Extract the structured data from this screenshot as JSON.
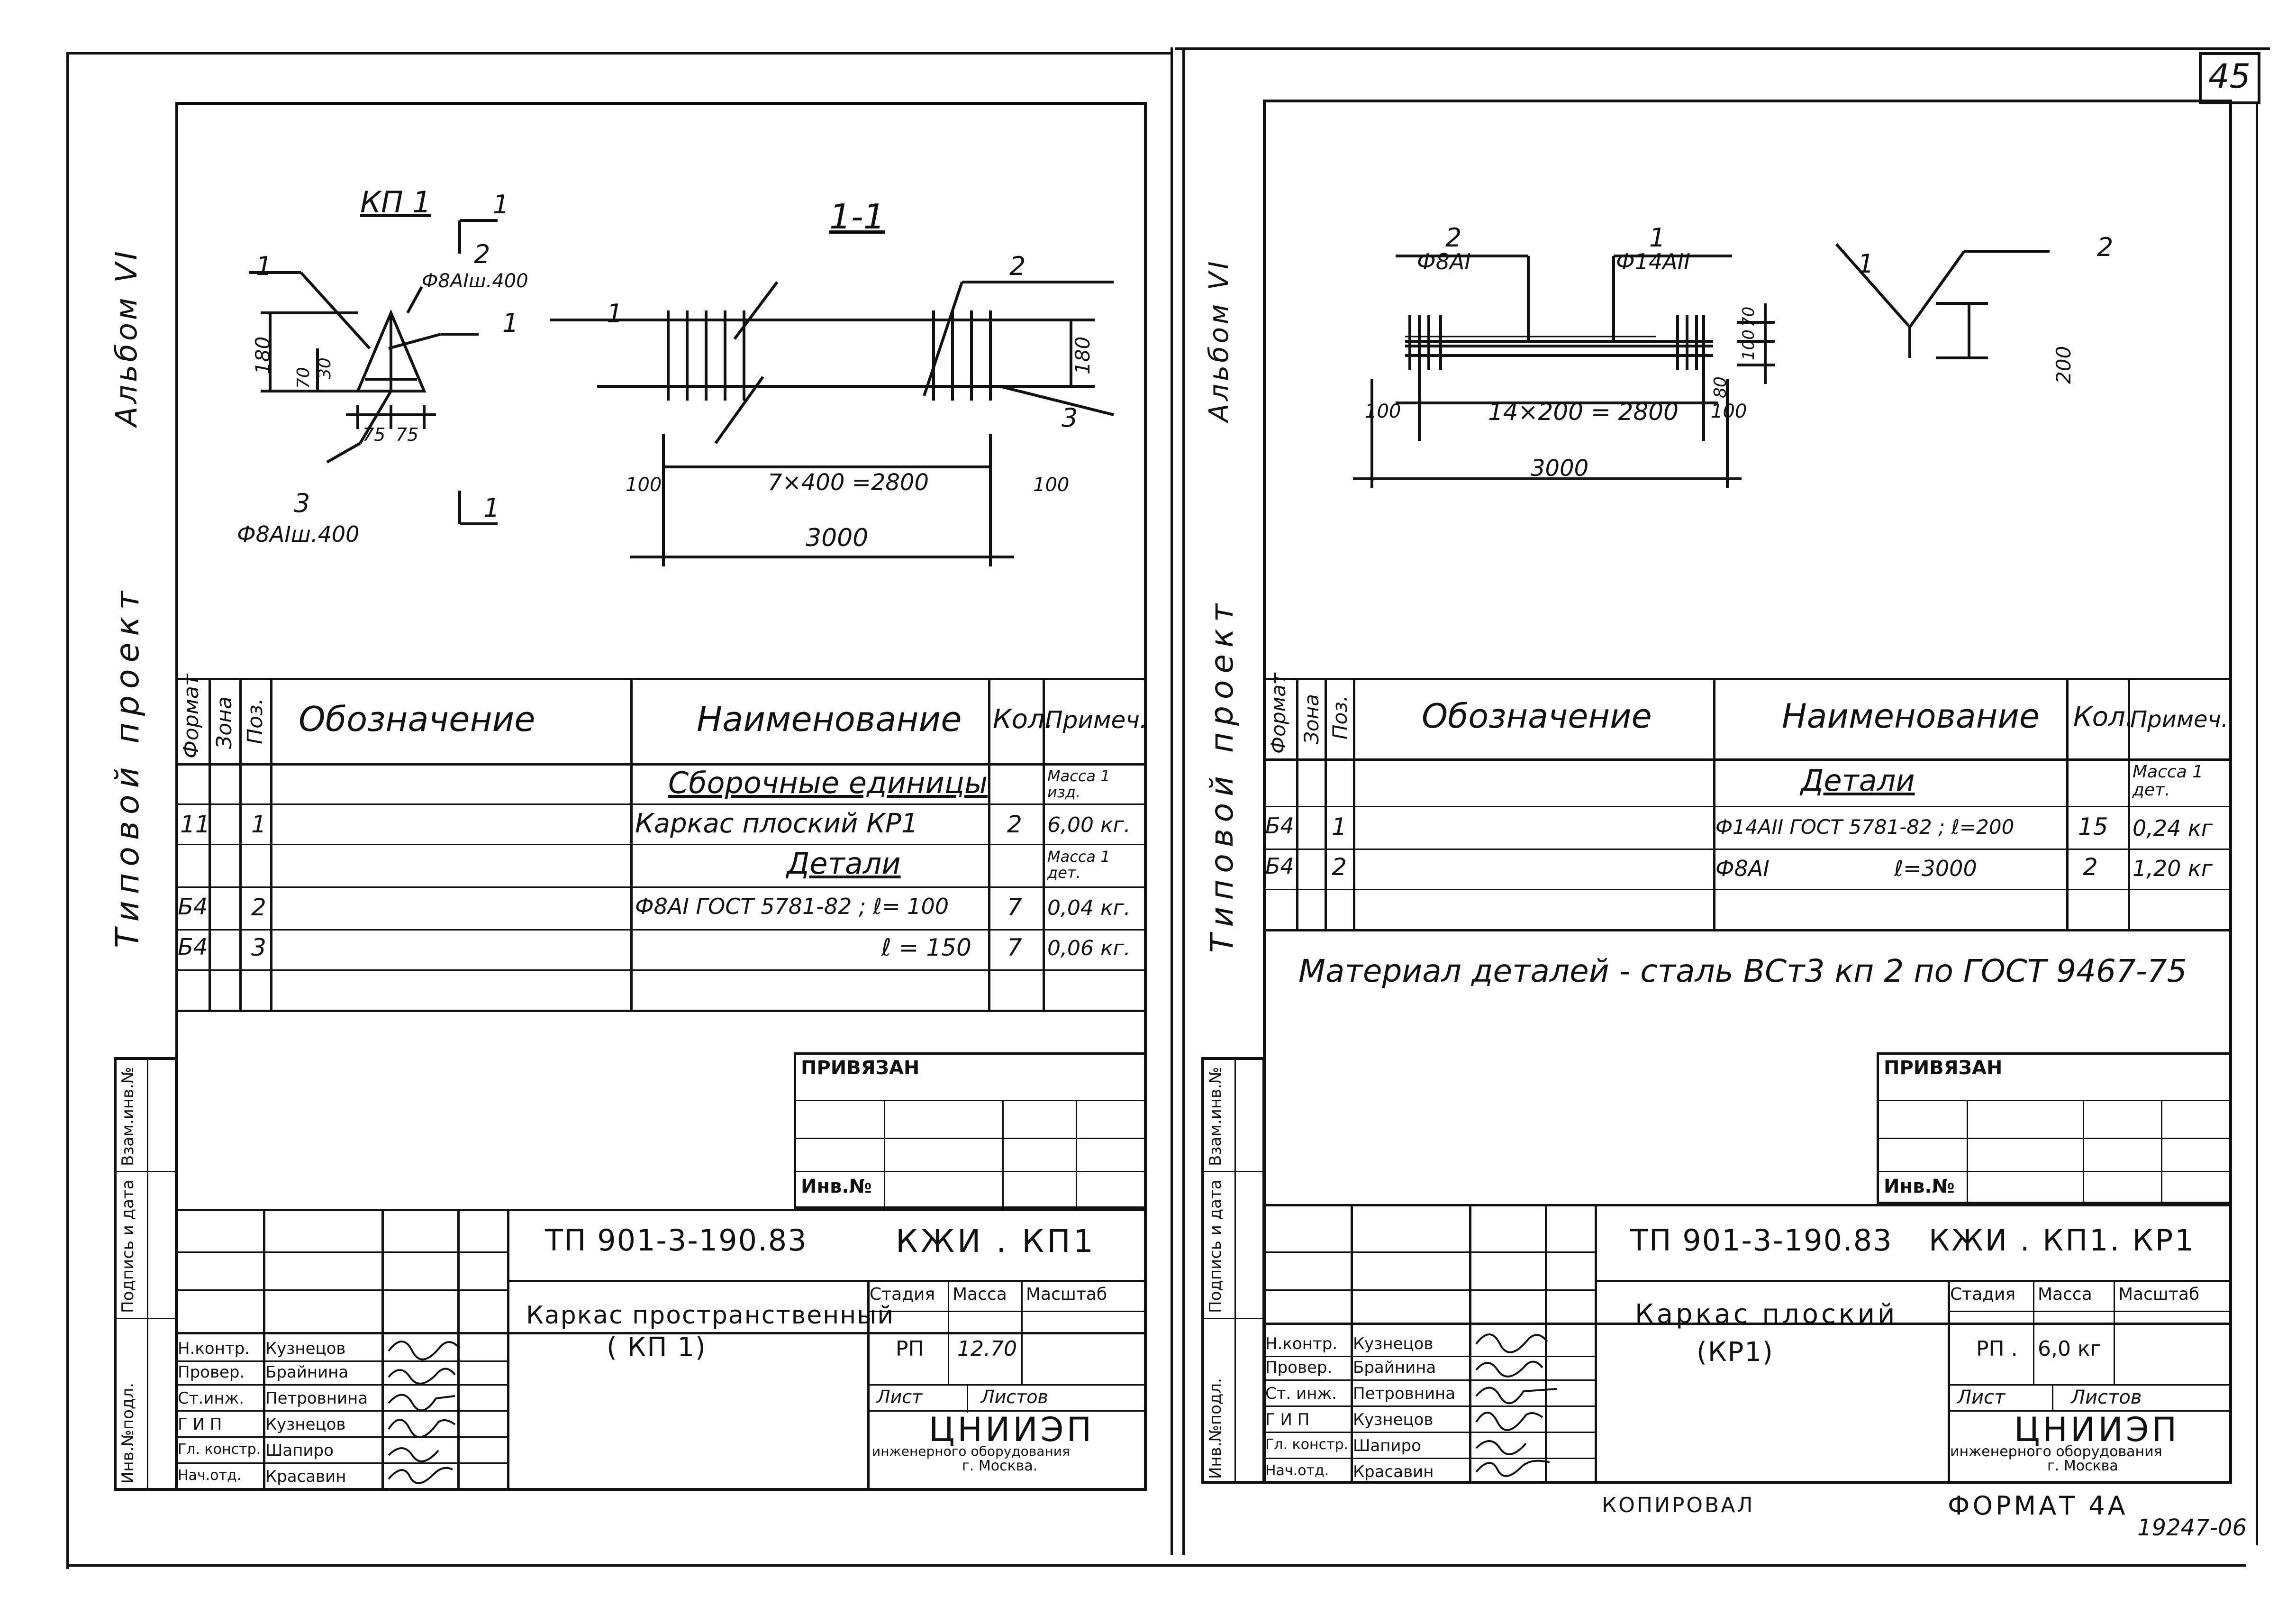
{
  "page_number": "45",
  "corner_code": "19247-06",
  "footer": {
    "copied_label": "КОПИРОВАЛ",
    "format_label": "ФОРМАТ 4А"
  },
  "side_labels": {
    "album": "Альбом VI",
    "project": "Типовой проект",
    "inv_replace": "Взам.инв.№",
    "signature_date": "Подпись и дата",
    "inv_original": "Инв.№подл."
  },
  "spec_headers": {
    "format": "Формат",
    "zone": "Зона",
    "pos": "Поз.",
    "designation": "Обозначение",
    "name": "Наименование",
    "qty": "Кол.",
    "note": "Примеч."
  },
  "left_sheet": {
    "drawing": {
      "view_title": "КП 1",
      "section_title": "1-1",
      "labels": [
        "1",
        "2",
        "1",
        "1",
        "2",
        "3",
        "1",
        "1",
        "3"
      ],
      "bar_note_top": "Ф8АIш.400",
      "bar_note_bottom": "Ф8АIш.400",
      "dims": [
        "180",
        "70",
        "30",
        "75",
        "75",
        "180",
        "100",
        "7×400 =2800",
        "100",
        "3000"
      ]
    },
    "spec_rows": [
      {
        "format": "",
        "zone": "",
        "pos": "",
        "designation": "",
        "name": "Сборочные единицы",
        "qty": "",
        "note": "Масса 1 изд."
      },
      {
        "format": "11",
        "zone": "",
        "pos": "1",
        "designation": "",
        "name": "Каркас плоский   КР1",
        "qty": "2",
        "note": "6,00 кг."
      },
      {
        "format": "",
        "zone": "",
        "pos": "",
        "designation": "",
        "name": "Детали",
        "qty": "",
        "note": "Масса 1 дет."
      },
      {
        "format": "Б4",
        "zone": "",
        "pos": "2",
        "designation": "",
        "name": "Ф8АI ГОСТ 5781-82 ; ℓ= 100",
        "qty": "7",
        "note": "0,04 кг."
      },
      {
        "format": "Б4",
        "zone": "",
        "pos": "3",
        "designation": "",
        "name": "ℓ = 150",
        "qty": "7",
        "note": "0,06 кг."
      }
    ],
    "stamp": {
      "tied_label": "ПРИВЯЗАН",
      "inv_label": "Инв.№",
      "doc_code": "ТП 901-3-190.83",
      "sheet_code": "КЖИ . КП1",
      "title_line1": "Каркас пространственный",
      "title_line2": "( КП 1)",
      "stage_label": "Стадия",
      "mass_label": "Масса",
      "scale_label": "Масштаб",
      "stage": "РП",
      "mass": "12.70",
      "sheet_label": "Лист",
      "sheets_label": "Листов",
      "org_name": "ЦНИИЭП",
      "org_line2": "инженерного оборудования",
      "org_line3": "г. Москва.",
      "people": [
        {
          "role": "Н.контр.",
          "name": "Кузнецов"
        },
        {
          "role": "Провер.",
          "name": "Брайнина"
        },
        {
          "role": "Ст.инж.",
          "name": "Петровнина"
        },
        {
          "role": "Г И П",
          "name": "Кузнецов"
        },
        {
          "role": "Гл. констр.",
          "name": "Шапиро"
        },
        {
          "role": "Нач.отд.",
          "name": "Красавин"
        }
      ]
    }
  },
  "right_sheet": {
    "drawing": {
      "labels": [
        "2",
        "1",
        "1",
        "2"
      ],
      "bar_note_left": "Ф8АI",
      "bar_note_right": "Ф14АII",
      "dims": [
        "70",
        "100",
        "80",
        "200",
        "100",
        "14×200 = 2800",
        "100",
        "3000"
      ]
    },
    "spec_rows": [
      {
        "format": "",
        "zone": "",
        "pos": "",
        "designation": "",
        "name": "Детали",
        "qty": "",
        "note": "Масса 1 дет."
      },
      {
        "format": "Б4",
        "zone": "",
        "pos": "1",
        "designation": "",
        "name": "Ф14АII ГОСТ 5781-82 ; ℓ=200",
        "qty": "15",
        "note": "0,24 кг"
      },
      {
        "format": "Б4",
        "zone": "",
        "pos": "2",
        "designation": "",
        "name": "Ф8АI                  ℓ=3000",
        "qty": "2",
        "note": "1,20 кг"
      }
    ],
    "material_note": "Материал деталей - сталь ВСт3 кп 2 по ГОСТ 9467-75",
    "stamp": {
      "tied_label": "ПРИВЯЗАН",
      "inv_label": "Инв.№",
      "doc_code": "ТП 901-3-190.83",
      "sheet_code": "КЖИ . КП1. КР1",
      "title_line1": "Каркас плоский",
      "title_line2": "(КР1)",
      "stage_label": "Стадия",
      "mass_label": "Масса",
      "scale_label": "Масштаб",
      "stage": "РП .",
      "mass": "6,0 кг",
      "sheet_label": "Лист",
      "sheets_label": "Листов",
      "org_name": "ЦНИИЭП",
      "org_line2": "инженерного оборудования",
      "org_line3": "г. Москва",
      "people": [
        {
          "role": "Н.контр.",
          "name": "Кузнецов"
        },
        {
          "role": "Провер.",
          "name": "Брайнина"
        },
        {
          "role": "Ст. инж.",
          "name": "Петровнина"
        },
        {
          "role": "Г И П",
          "name": "Кузнецов"
        },
        {
          "role": "Гл. констр.",
          "name": "Шапиро"
        },
        {
          "role": "Нач.отд.",
          "name": "Красавин"
        }
      ]
    }
  }
}
